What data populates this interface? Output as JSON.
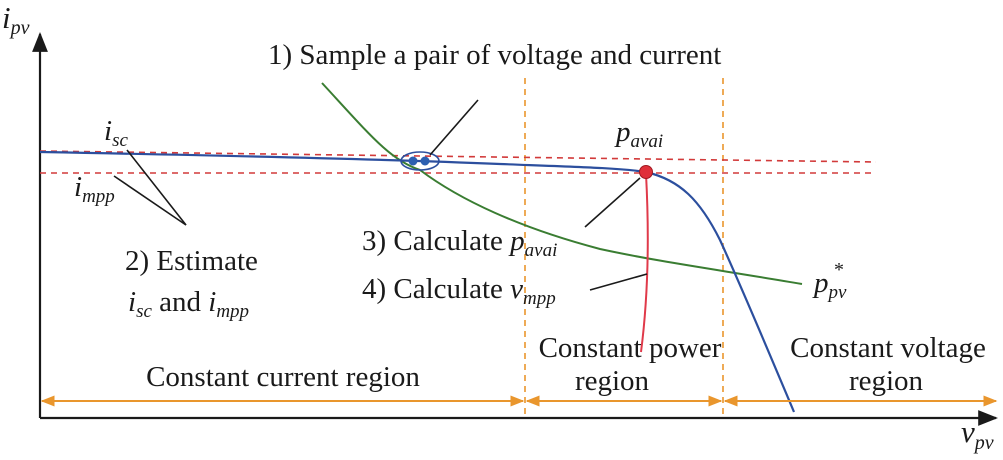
{
  "axes": {
    "y_main": "i",
    "y_sub": "pv",
    "x_main": "v",
    "x_sub": "pv"
  },
  "steps": {
    "step1": "1) Sample a pair of voltage and current",
    "step2_line1": "2) Estimate",
    "step2_i1": "i",
    "step2_i1_sub": "sc",
    "step2_and": " and ",
    "step2_i2": "i",
    "step2_i2_sub": "mpp",
    "step3_prefix": "3) Calculate ",
    "step3_var": "p",
    "step3_sub": "avai",
    "step4_prefix": "4) Calculate ",
    "step4_var": "v",
    "step4_sub": "mpp"
  },
  "curve_labels": {
    "isc_main": "i",
    "isc_sub": "sc",
    "impp_main": "i",
    "impp_sub": "mpp",
    "pavai_main": "p",
    "pavai_sub": "avai",
    "pref_main": "p",
    "pref_sub": "pv",
    "pref_sup": "*"
  },
  "regions": {
    "current": "Constant current region",
    "power_line1": "Constant power",
    "power_line2": "region",
    "voltage_line1": "Constant voltage",
    "voltage_line2": "region"
  },
  "colors": {
    "axis": "#1a1a1a",
    "iv_curve": "#2c4f9e",
    "power_curve": "#3a7d32",
    "dashed_ref": "#d23a3a",
    "region_arrow": "#e9962d",
    "mpp_marker": "#e0303a",
    "leader_red": "#e03a4a",
    "sample_point": "#2c5fb0"
  }
}
